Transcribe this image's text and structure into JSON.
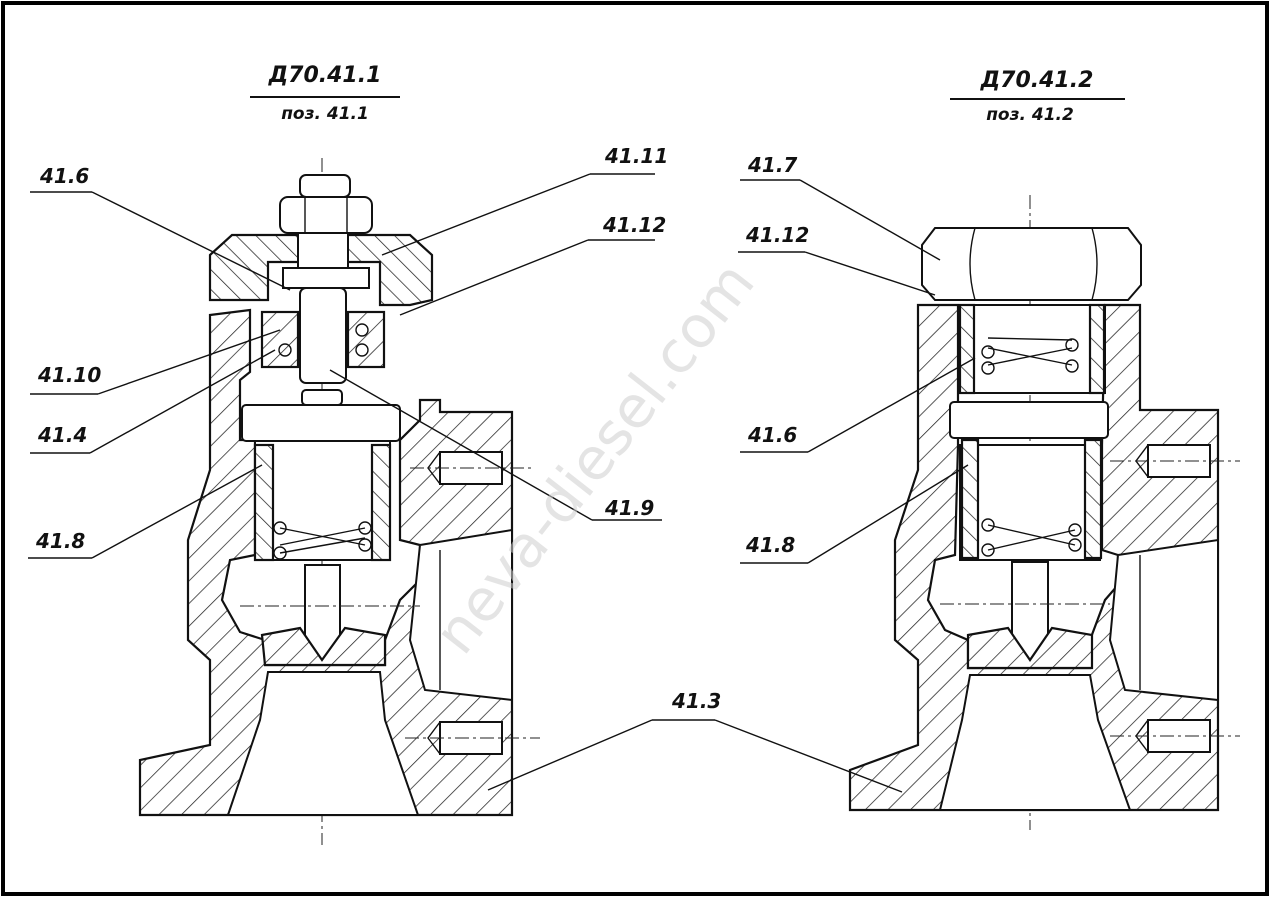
{
  "views": {
    "left": {
      "designation": "Д70.41.1",
      "position": "поз. 41.1"
    },
    "right": {
      "designation": "Д70.41.2",
      "position": "поз. 41.2"
    }
  },
  "callouts": {
    "left": [
      "41.6",
      "41.10",
      "41.4",
      "41.8",
      "41.11",
      "41.12",
      "41.9"
    ],
    "right": [
      "41.7",
      "41.12",
      "41.6",
      "41.8"
    ],
    "shared": "41.3"
  },
  "watermark": "neva-diesel.com"
}
